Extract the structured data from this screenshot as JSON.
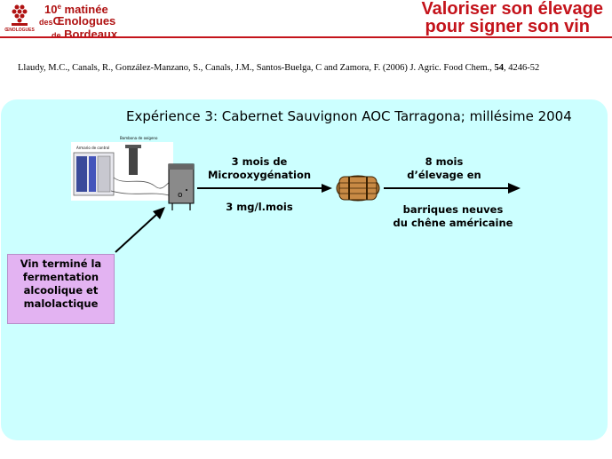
{
  "header": {
    "event_line1": "matinée",
    "event_ordinal": "10",
    "event_ordinal_sup": "e",
    "event_line2_prefix": "des",
    "event_line2": "Œnologues",
    "event_line3_prefix": "de",
    "event_line3": "Bordeaux",
    "logo_text": "ŒNOLOGUES",
    "slide_title_line1": "Valoriser son élevage",
    "slide_title_line2": "pour signer son vin"
  },
  "citation": {
    "authors": "Llaudy, M.C., Canals, R., González-Manzano, S., Canals, J.M., Santos-Buelga, C  and Zamora, F. (2006) J. Agric. Food Chem., ",
    "volume": "54",
    "pages": ", 4246-52"
  },
  "experiment": {
    "title": "Expérience 3: Cabernet Sauvignon AOC Tarragona; millésime 2004",
    "equipment_label_1": "Armario de control",
    "equipment_label_2": "Bombona de oxígeno",
    "step1_line1": "3 mois de",
    "step1_line2": "Microoxygénation",
    "step1_dose": "3 mg/l.mois",
    "step2_line1": "8 mois",
    "step2_line2": "d’élevage en",
    "step2_line3": "barriques neuves",
    "step2_line4": "du chêne américaine",
    "wine_box_line1": "Vin terminé la",
    "wine_box_line2": "fermentation",
    "wine_box_line3": "alcoolique et",
    "wine_box_line4": "malolactique"
  },
  "colors": {
    "brand_red": "#c4131b",
    "panel_bg": "#ccffff",
    "wine_box_bg": "#e3b3f2"
  }
}
